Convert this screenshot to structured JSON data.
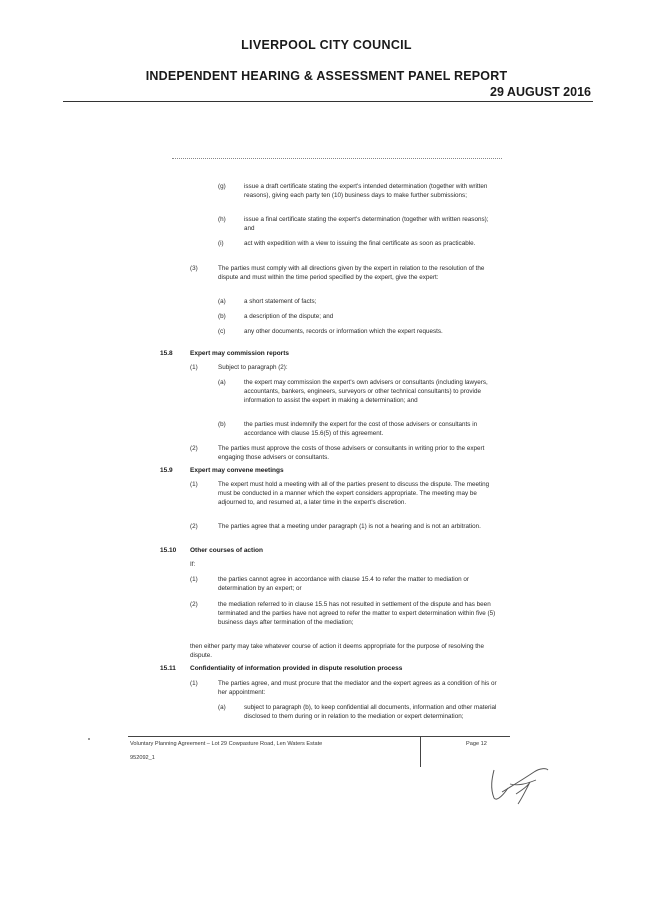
{
  "header": {
    "council": "LIVERPOOL CITY COUNCIL",
    "report": "INDEPENDENT HEARING & ASSESSMENT PANEL REPORT",
    "date": "29 AUGUST 2016"
  },
  "body": {
    "g_num": "(g)",
    "g_text": "issue a draft certificate stating the expert's intended determination (together with written reasons), giving each party ten (10) business days to make further submissions;",
    "h_num": "(h)",
    "h_text": "issue a final certificate stating the expert's determination (together with written reasons); and",
    "i_num": "(i)",
    "i_text": "act with expedition with a view to issuing the final certificate as soon as practicable.",
    "p3_num": "(3)",
    "p3_text": "The parties must comply with all directions given by the expert in relation to the resolution of the dispute and must within the time period specified by the expert, give the expert:",
    "p3a_num": "(a)",
    "p3a_text": "a short statement of facts;",
    "p3b_num": "(b)",
    "p3b_text": "a description of the dispute; and",
    "p3c_num": "(c)",
    "p3c_text": "any other documents, records or information which the expert requests.",
    "s158_num": "15.8",
    "s158_title": "Expert may commission reports",
    "s158_1_num": "(1)",
    "s158_1_text": "Subject to paragraph (2):",
    "s158_1a_num": "(a)",
    "s158_1a_text": "the expert may commission the expert's own advisers or consultants (including lawyers, accountants, bankers, engineers, surveyors or other technical consultants) to provide information to assist the expert in making a determination; and",
    "s158_1b_num": "(b)",
    "s158_1b_text": "the parties must indemnify the expert for the cost of those advisers or consultants in accordance with clause 15.6(5) of this agreement.",
    "s158_2_num": "(2)",
    "s158_2_text": "The parties must approve the costs of those advisers or consultants in writing prior to the expert engaging those advisers or consultants.",
    "s159_num": "15.9",
    "s159_title": "Expert may convene meetings",
    "s159_1_num": "(1)",
    "s159_1_text": "The expert must hold a meeting with all of the parties present to discuss the dispute. The meeting must be conducted in a manner which the expert considers appropriate. The meeting may be adjourned to, and resumed at, a later time in the expert's discretion.",
    "s159_2_num": "(2)",
    "s159_2_text": "The parties agree that a meeting under paragraph (1) is not a hearing and is not an arbitration.",
    "s1510_num": "15.10",
    "s1510_title": "Other courses of action",
    "s1510_if": "If:",
    "s1510_1_num": "(1)",
    "s1510_1_text": "the parties cannot agree in accordance with clause 15.4 to refer the matter to mediation or determination by an expert; or",
    "s1510_2_num": "(2)",
    "s1510_2_text": "the mediation referred to in clause 15.5 has not resulted in settlement of the dispute and has been terminated and the parties have not agreed to refer the matter to expert determination within five (5) business days after termination of the mediation;",
    "s1510_then": "then either party may take whatever course of action it deems appropriate for the purpose of resolving the dispute.",
    "s1511_num": "15.11",
    "s1511_title": "Confidentiality of information provided in dispute resolution process",
    "s1511_1_num": "(1)",
    "s1511_1_text": "The parties agree, and must procure that the mediator and the expert agrees as a condition of his or her appointment:",
    "s1511_1a_num": "(a)",
    "s1511_1a_text": "subject to paragraph (b), to keep confidential all documents, information and other material disclosed to them during or in relation to the mediation or expert determination;"
  },
  "footer": {
    "agreement": "Voluntary Planning Agreement – Lot 29 Cowpasture Road, Len Waters Estate",
    "ref": "952092_1",
    "page": "Page 12"
  }
}
